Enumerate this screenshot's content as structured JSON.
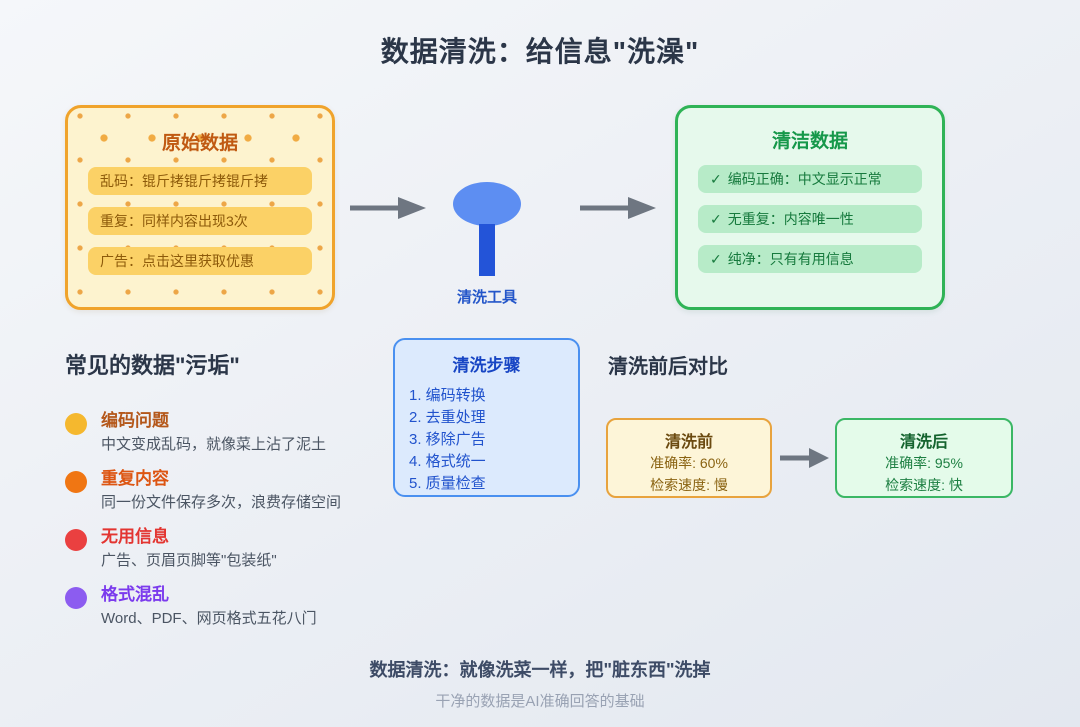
{
  "page": {
    "title": "数据清洗：给信息\"洗澡\""
  },
  "raw_box": {
    "title": "原始数据",
    "items": [
      "乱码：锟斤拷锟斤拷锟斤拷",
      "重复：同样内容出现3次",
      "广告：点击这里获取优惠"
    ]
  },
  "tool": {
    "label": "清洗工具"
  },
  "clean_box": {
    "title": "清洁数据",
    "items": [
      {
        "check": "✓",
        "text": "编码正确：中文显示正常"
      },
      {
        "check": "✓",
        "text": "无重复：内容唯一性"
      },
      {
        "check": "✓",
        "text": "纯净：只有有用信息"
      }
    ]
  },
  "dirt_section": {
    "heading": "常见的数据\"污垢\"",
    "items": [
      {
        "title": "编码问题",
        "desc": "中文变成乱码，就像菜上沾了泥土",
        "dot_color": "#f5b82e",
        "title_color": "#b4571a"
      },
      {
        "title": "重复内容",
        "desc": "同一份文件保存多次，浪费存储空间",
        "dot_color": "#f07613",
        "title_color": "#dd5512"
      },
      {
        "title": "无用信息",
        "desc": "广告、页眉页脚等\"包装纸\"",
        "dot_color": "#ea4040",
        "title_color": "#e33531"
      },
      {
        "title": "格式混乱",
        "desc": "Word、PDF、网页格式五花八门",
        "dot_color": "#8c5cf0",
        "title_color": "#7b3bed"
      }
    ]
  },
  "steps_box": {
    "title": "清洗步骤",
    "steps": [
      "1. 编码转换",
      "2. 去重处理",
      "3. 移除广告",
      "4. 格式统一",
      "5. 质量检查"
    ]
  },
  "compare_section": {
    "heading": "清洗前后对比",
    "before": {
      "title": "清洗前",
      "line1": "准确率: 60%",
      "line2": "检索速度: 慢"
    },
    "after": {
      "title": "清洗后",
      "line1": "准确率: 95%",
      "line2": "检索速度: 快"
    }
  },
  "footer": {
    "line1": "数据清洗：就像洗菜一样，把\"脏东西\"洗掉",
    "line2": "干净的数据是AI准确回答的基础"
  },
  "colors": {
    "raw_border": "#f0a32b",
    "raw_bg": "#fdf3cf",
    "raw_pill_bg": "#fbd166",
    "clean_border": "#2fb356",
    "clean_bg": "#e6f9ec",
    "clean_pill_bg": "#b7ebc8",
    "steps_border": "#4a90f0",
    "steps_bg": "#dceafd",
    "before_border": "#e8a33d",
    "after_border": "#3bb765",
    "tool_head": "#5d8ef2",
    "tool_stem": "#2354d8",
    "arrow_gray": "#6e7681",
    "title_text": "#2b3648"
  }
}
